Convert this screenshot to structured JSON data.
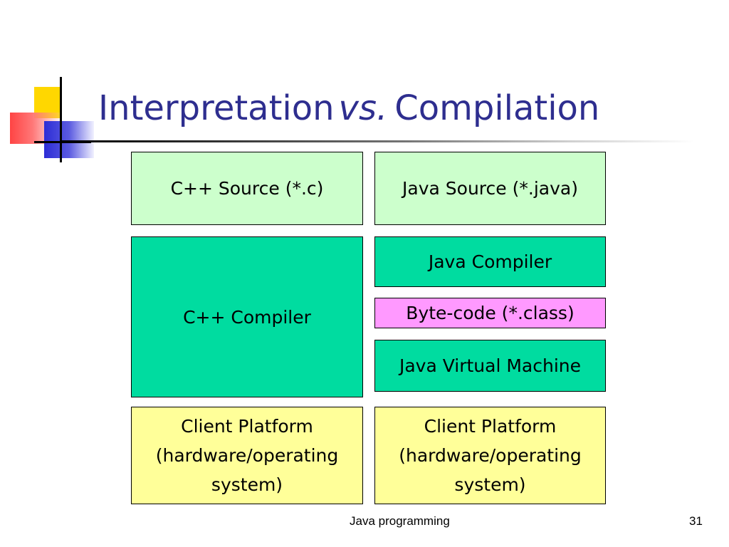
{
  "slide": {
    "title_main": "Interpretation",
    "title_vs": "vs.",
    "title_end": "Compilation",
    "footer_center": "Java programming",
    "page_number": "31"
  },
  "diagram": {
    "left_column": {
      "source": "C++ Source (*.c)",
      "compiler": "C++ Compiler",
      "platform": "Client Platform (hardware/operating system)"
    },
    "right_column": {
      "source": "Java Source (*.java)",
      "compiler": "Java Compiler",
      "bytecode": "Byte-code (*.class)",
      "vm": "Java Virtual Machine",
      "platform": "Client Platform (hardware/operating system)"
    }
  },
  "colors": {
    "title": "#2e2e8f",
    "source_box": "#ccffcc",
    "compiler_box": "#00dca0",
    "bytecode_box": "#ff99ff",
    "platform_box": "#ffff99"
  }
}
